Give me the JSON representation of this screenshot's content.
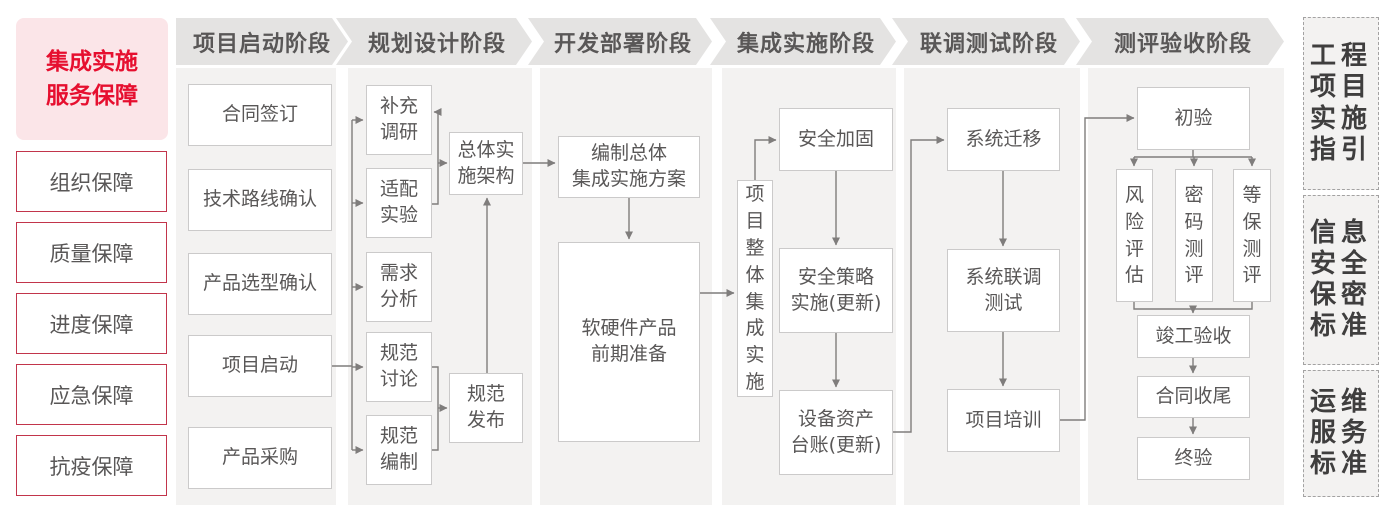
{
  "sidebar": {
    "title": "集成实施\n服务保障",
    "items": [
      "组织保障",
      "质量保障",
      "进度保障",
      "应急保障",
      "抗疫保障"
    ]
  },
  "phases": [
    {
      "label": "项目启动阶段",
      "boxes": [
        "合同签订",
        "技术路线确认",
        "产品选型确认",
        "项目启动",
        "产品采购"
      ]
    },
    {
      "label": "规划设计阶段",
      "boxes": [
        "补充\n调研",
        "适配\n实验",
        "需求\n分析",
        "规范\n讨论",
        "规范\n编制",
        "总体实\n施架构",
        "规范\n发布"
      ]
    },
    {
      "label": "开发部署阶段",
      "boxes": [
        "编制总体\n集成实施方案",
        "软硬件产品\n前期准备"
      ]
    },
    {
      "label": "集成实施阶段",
      "boxes": [
        "项目整体集成实施",
        "安全加固",
        "安全策略\n实施(更新)",
        "设备资产\n台账(更新)"
      ]
    },
    {
      "label": "联调测试阶段",
      "boxes": [
        "系统迁移",
        "系统联调\n测试",
        "项目培训"
      ]
    },
    {
      "label": "测评验收阶段",
      "boxes": [
        "初验",
        "风险评估",
        "密码测评",
        "等保测评",
        "竣工验收",
        "合同收尾",
        "终验"
      ]
    }
  ],
  "references": [
    "工程项目实施指引",
    "信息安全保密标准",
    "运维服务标准"
  ],
  "colors": {
    "accent_red": "#e60f2f",
    "sidebar_border_red": "#c2354b",
    "pink_bg": "#fbe5e8",
    "header_bg": "#e4e3e2",
    "column_bg": "#f3f2f1",
    "box_border": "#cbcaca",
    "text_gray": "#595757",
    "line_gray": "#7f7d7c"
  }
}
